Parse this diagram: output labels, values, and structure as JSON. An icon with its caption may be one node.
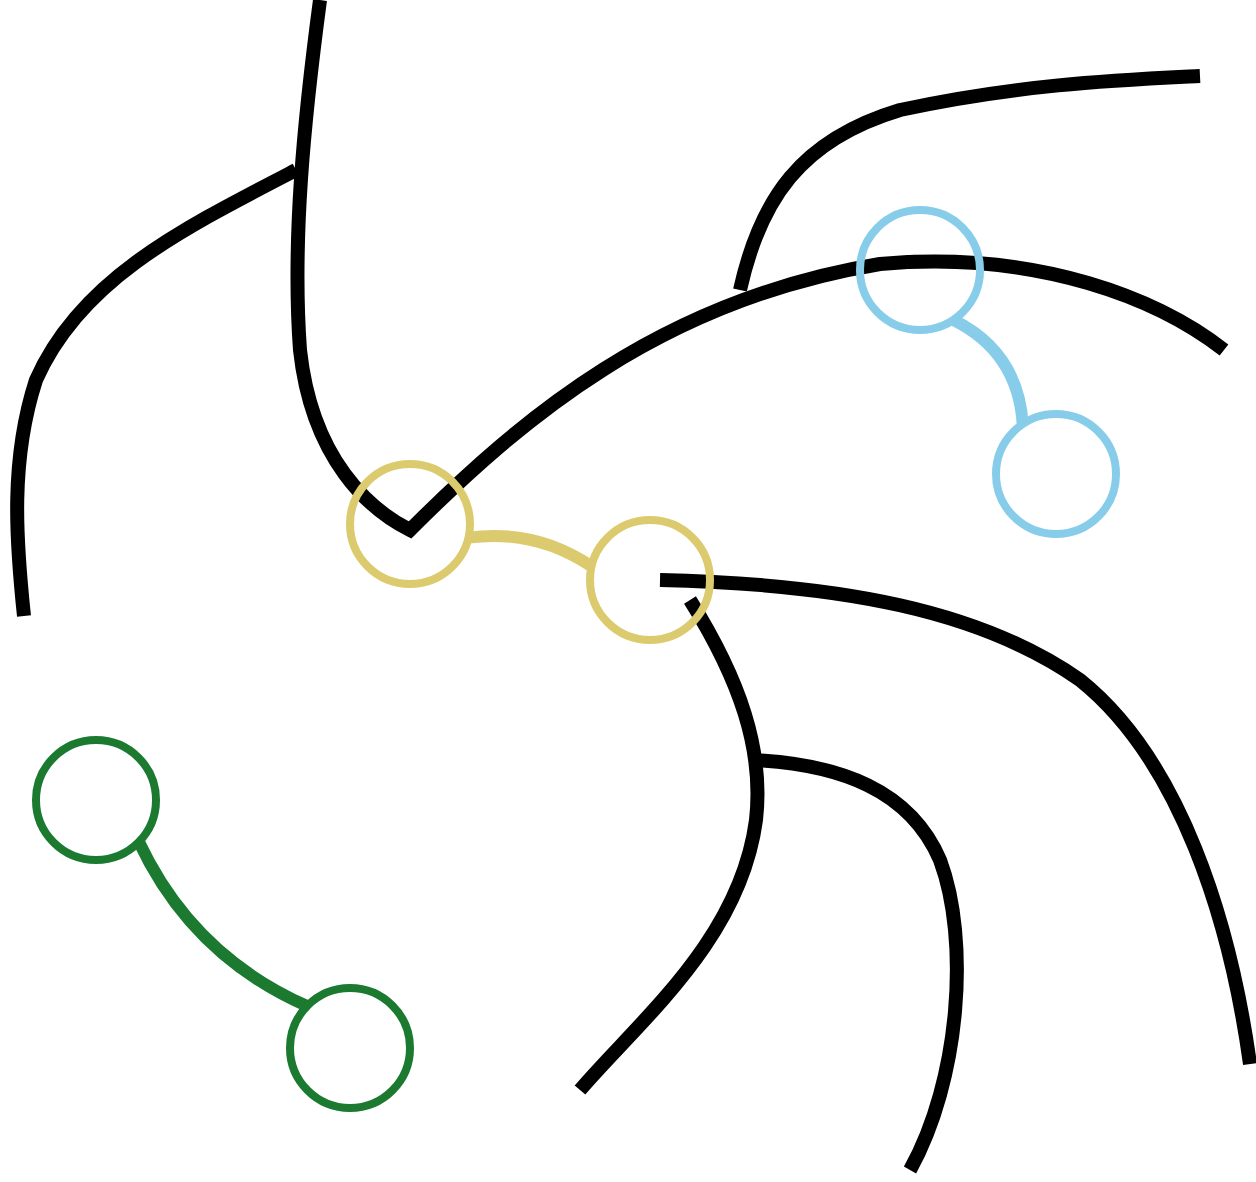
{
  "diagram": {
    "nodes": [
      {
        "text": [],
        "shape": "circle"
      },
      {
        "text": [],
        "shape": "circle"
      },
      {
        "text": [],
        "shape": "circle"
      },
      {
        "text": [],
        "shape": "circle"
      },
      {
        "text": [],
        "shape": "circle"
      },
      {
        "text": [],
        "shape": "circle"
      }
    ],
    "edges": [
      {
        "from": 0,
        "to": 1,
        "arrow": "none",
        "color": "#87cdea"
      },
      {
        "from": 2,
        "to": 3,
        "arrow": "none",
        "color": "#dccb6e"
      },
      {
        "from": 4,
        "to": 5,
        "arrow": "none",
        "color": "#1c7a30"
      }
    ]
  }
}
